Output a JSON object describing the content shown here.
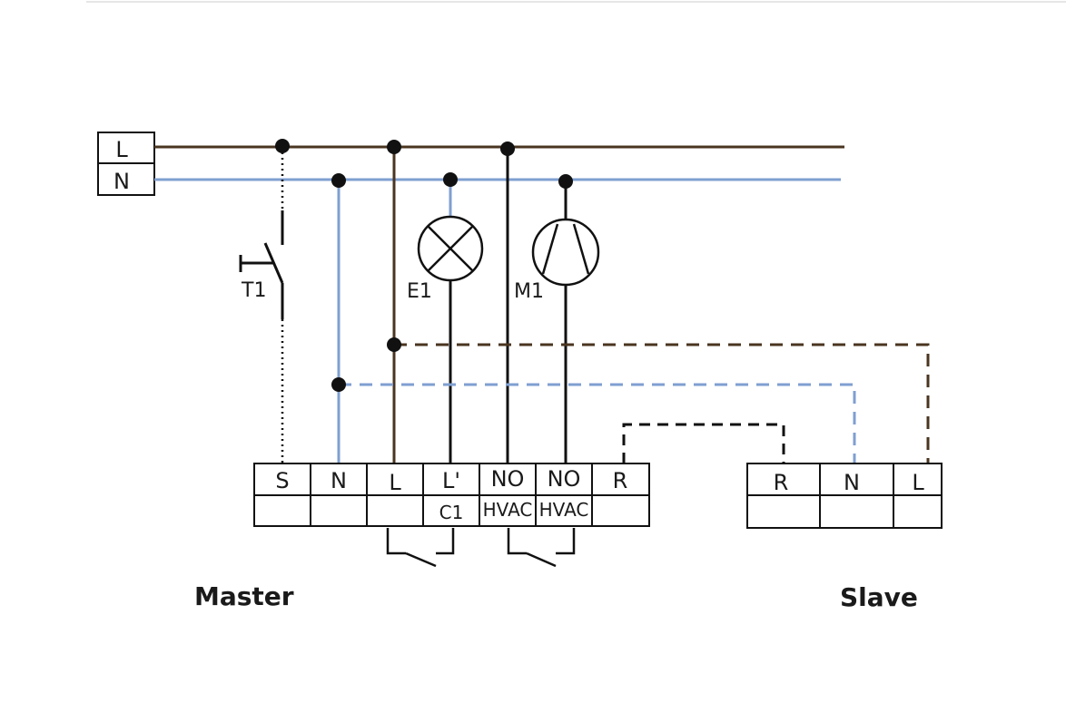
{
  "supply": {
    "l_label": "L",
    "n_label": "N"
  },
  "components": {
    "t1_label": "T1",
    "e1_label": "E1",
    "m1_label": "M1"
  },
  "master": {
    "title": "Master",
    "terminals": [
      "S",
      "N",
      "L",
      "L'",
      "NO",
      "NO",
      "R"
    ],
    "sub_labels": [
      "",
      "",
      "",
      "C1",
      "HVAC",
      "HVAC",
      ""
    ]
  },
  "slave": {
    "title": "Slave",
    "terminals": [
      "R",
      "N",
      "L"
    ]
  },
  "colors": {
    "live": "#4a3520",
    "neutral": "#7f9fd0",
    "black": "#111111",
    "line_gray": "#e0e0e0"
  }
}
